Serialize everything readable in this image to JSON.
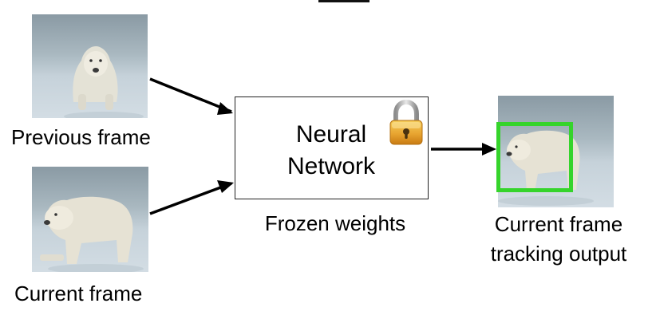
{
  "labels": {
    "previous_frame": "Previous frame",
    "current_frame": "Current frame",
    "network_line1": "Neural",
    "network_line2": "Network",
    "frozen_weights": "Frozen weights",
    "output_line1": "Current frame",
    "output_line2": "tracking output"
  },
  "icons": {
    "lock": "padlock-icon"
  },
  "colors": {
    "tracking_box": "#35d42b",
    "lock_gold": "#e8a531",
    "arrow": "#000000"
  }
}
